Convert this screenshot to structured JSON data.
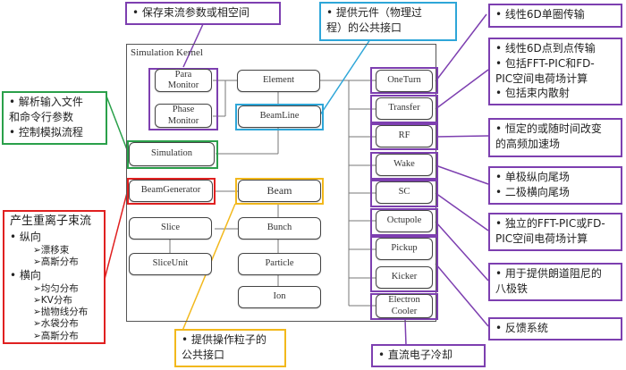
{
  "colors": {
    "purple": "#7d3fb0",
    "cyan": "#2ea6d8",
    "green": "#2aa04a",
    "red": "#e02020",
    "yellow": "#f2b81c",
    "node_border": "#444444",
    "connector": "#666666"
  },
  "kernel": {
    "title": "Simulation Kernel"
  },
  "nodes": {
    "para_monitor": [
      "Para",
      "Monitor"
    ],
    "phase_monitor": [
      "Phase",
      "Monitor"
    ],
    "element": "Element",
    "beamline": "BeamLine",
    "simulation": "Simulation",
    "beam_generator": "BeamGenerator",
    "beam": "Beam",
    "slice": "Slice",
    "slice_unit": "SliceUnit",
    "bunch": "Bunch",
    "particle": "Particle",
    "ion": "Ion",
    "one_turn": "OneTurn",
    "transfer": "Transfer",
    "rf": "RF",
    "wake": "Wake",
    "sc": "SC",
    "octupole": "Octupole",
    "pickup": "Pickup",
    "kicker": "Kicker",
    "electron_cooler": [
      "Electron",
      "Cooler"
    ]
  },
  "notes": {
    "monitor": [
      "• 保存束流参数或相空间"
    ],
    "element": [
      "• 提供元件（物理过",
      "程）的公共接口"
    ],
    "simulation": [
      "• 解析输入文件",
      "和命令行参数",
      "• 控制模拟流程"
    ],
    "beam_generator": {
      "heading": "产生重离子束流",
      "groups": [
        {
          "label": "• 纵向",
          "items": [
            "➢漂移束",
            "➢高斯分布"
          ]
        },
        {
          "label": "• 横向",
          "items": [
            "➢均匀分布",
            "➢KV分布",
            "➢抛物线分布",
            "➢水袋分布",
            "➢高斯分布"
          ]
        }
      ]
    },
    "beam": [
      "• 提供操作粒子的",
      "公共接口"
    ],
    "one_turn": [
      "• 线性6D单圈传输"
    ],
    "transfer": [
      "• 线性6D点到点传输",
      "• 包括FFT-PIC和FD-",
      "PIC空间电荷场计算",
      "• 包括束内散射"
    ],
    "rf": [
      "• 恒定的或随时间改变",
      "的高频加速场"
    ],
    "wake": [
      "• 单极纵向尾场",
      "• 二极横向尾场"
    ],
    "sc": [
      "• 独立的FFT-PIC或FD-",
      "PIC空间电荷场计算"
    ],
    "octupole": [
      "• 用于提供朗道阻尼的",
      "八极铁"
    ],
    "feedback": [
      "• 反馈系统"
    ],
    "electron_cooler": [
      "• 直流电子冷却"
    ]
  }
}
